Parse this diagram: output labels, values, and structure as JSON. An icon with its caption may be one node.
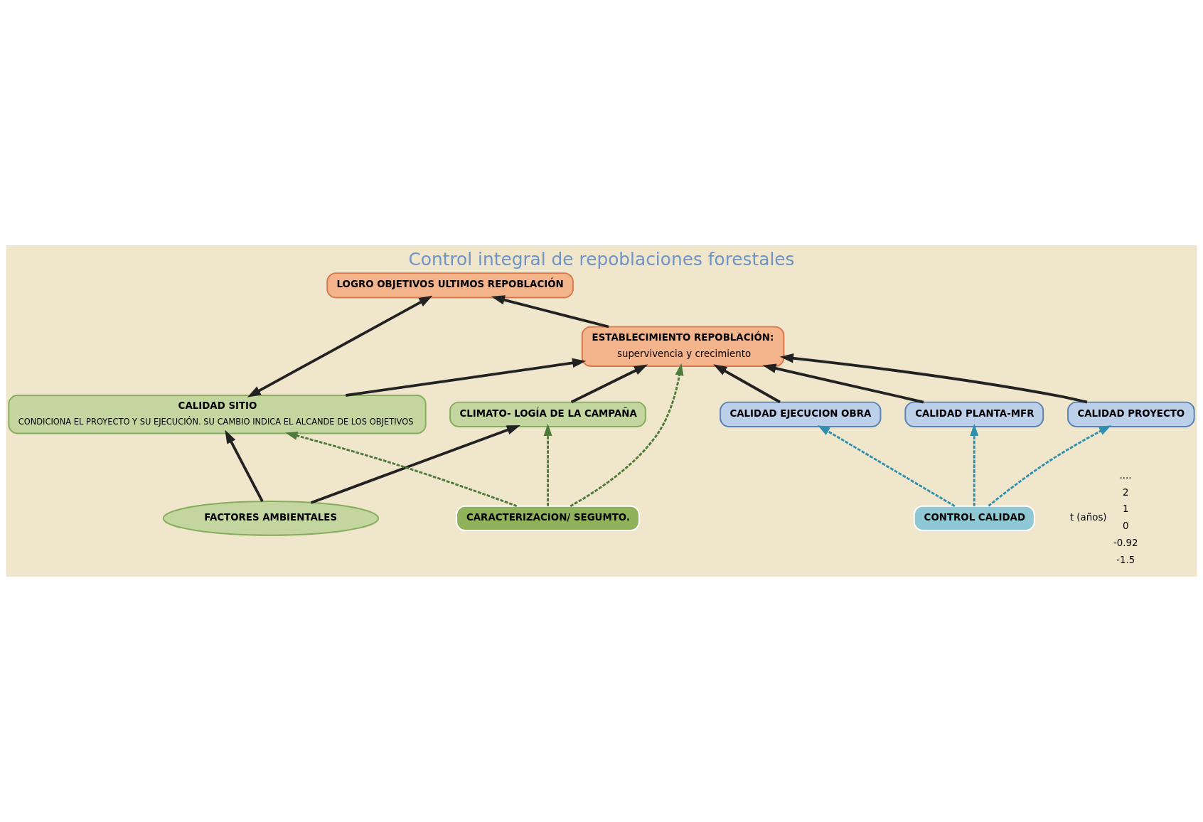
{
  "diagram": {
    "title": "Control integral de repoblaciones forestales",
    "nodes": [
      {
        "text": [
          "LOGRO OBJETIVOS ULTIMOS REPOBLACIÓN"
        ]
      },
      {
        "text": [
          "ESTABLECIMIENTO REPOBLACIÓN:",
          "supervivencia y crecimiento"
        ]
      },
      {
        "text": [
          "CALIDAD SITIO",
          "CONDICIONA EL PROYECTO Y SU EJECUCIÓN. SU CAMBIO INDICA EL ALCANDE DE LOS OBJETIVOS"
        ]
      },
      {
        "text": [
          "CLIMATO- LOGÍA DE LA CAMPAÑA"
        ]
      },
      {
        "text": [
          "CALIDAD EJECUCION OBRA"
        ]
      },
      {
        "text": [
          "CALIDAD PLANTA-MFR"
        ]
      },
      {
        "text": [
          "CALIDAD PROYECTO"
        ]
      },
      {
        "text": [
          "FACTORES AMBIENTALES"
        ]
      },
      {
        "text": [
          "CONTROL CALIDAD"
        ]
      },
      {
        "text": [
          "CARACTERIZACION/ SEGUMTO."
        ]
      }
    ],
    "edges": [
      {
        "from": 1,
        "to": 0,
        "arrow": "to"
      },
      {
        "from": 2,
        "to": 0,
        "arrow": "both"
      },
      {
        "from": 2,
        "to": 1,
        "arrow": "to"
      },
      {
        "from": 3,
        "to": 1,
        "arrow": "to"
      },
      {
        "from": 4,
        "to": 1,
        "arrow": "to"
      },
      {
        "from": 5,
        "to": 1,
        "arrow": "to"
      },
      {
        "from": 6,
        "to": 1,
        "arrow": "to"
      },
      {
        "from": 8,
        "to": 6,
        "arrow": "to",
        "style": "dashed",
        "color": "#2e8fae"
      },
      {
        "from": 8,
        "to": 5,
        "arrow": "to",
        "style": "dashed",
        "color": "#2e8fae"
      },
      {
        "from": 8,
        "to": 4,
        "arrow": "to",
        "style": "dashed",
        "color": "#2e8fae"
      },
      {
        "from": 9,
        "to": 1,
        "arrow": "to",
        "style": "dashed",
        "color": "#4e7a3a"
      },
      {
        "from": 9,
        "to": 3,
        "arrow": "to",
        "style": "dashed",
        "color": "#4e7a3a"
      },
      {
        "from": 9,
        "to": 2,
        "arrow": "to",
        "style": "dashed",
        "color": "#4e7a3a"
      },
      {
        "from": 7,
        "to": 3,
        "arrow": "to"
      },
      {
        "from": 7,
        "to": 2,
        "arrow": "to"
      }
    ],
    "labels": [
      "t (años)",
      "....",
      "2",
      "1",
      "0",
      "-0.92",
      "-1.5"
    ]
  }
}
